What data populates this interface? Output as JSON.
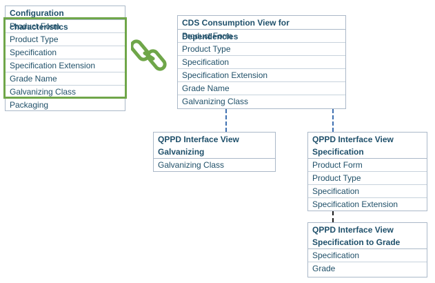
{
  "config_box": {
    "title": "Configuration characteristics",
    "rows": [
      "Product Form",
      "Product Type",
      "Specification",
      "Specification  Extension",
      "Grade Name",
      "Galvanizing Class",
      "Packaging"
    ]
  },
  "cds_box": {
    "title": "CDS Consumption View for Dependencies",
    "rows": [
      "Product Form",
      "Product Type",
      "Specification",
      "Specification  Extension",
      "Grade Name",
      "Galvanizing Class"
    ]
  },
  "galv_box": {
    "title_line1": "QPPD Interface View",
    "title_line2": "Galvanizing",
    "rows": [
      "Galvanizing Class"
    ]
  },
  "spec_box": {
    "title_line1": "QPPD Interface View",
    "title_line2": "Specification",
    "rows": [
      "Product Form",
      "Product Type",
      "Specification",
      "Specification  Extension"
    ]
  },
  "grade_box": {
    "title_line1": "QPPD Interface View",
    "title_line2": "Specification to Grade",
    "rows": [
      "Specification",
      "Grade"
    ]
  },
  "colors": {
    "highlight": "#6fa649",
    "connector": "#3d6fb0",
    "text": "#1f4f68"
  },
  "icons": {
    "link": "chain-link-icon"
  }
}
